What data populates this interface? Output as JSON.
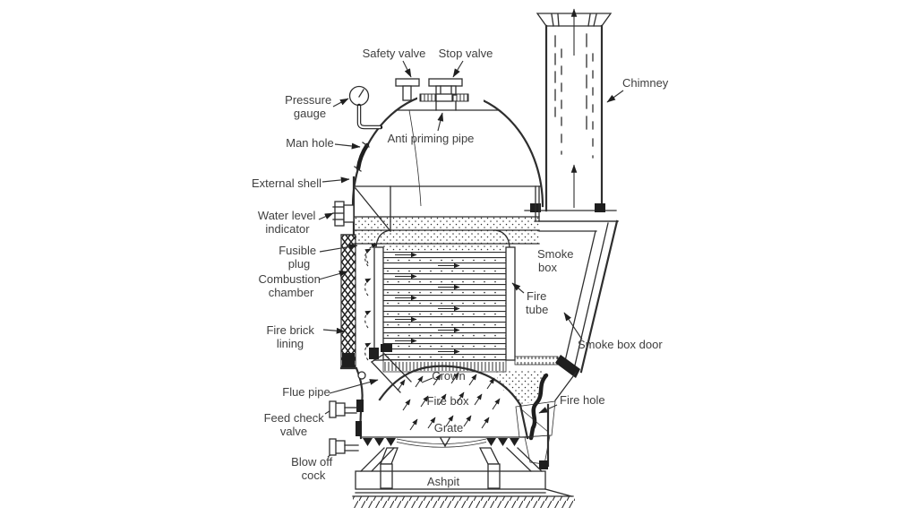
{
  "figure": {
    "kind": "boiler sectional diagram",
    "colors": {
      "background": "#ffffff",
      "line": "#2e2e2e",
      "text": "#3f3f3f"
    },
    "labels": {
      "safety_valve": [
        "Safety valve"
      ],
      "stop_valve": [
        "Stop valve"
      ],
      "pressure_gauge": [
        "Pressure",
        "gauge"
      ],
      "man_hole": [
        "Man hole"
      ],
      "anti_priming_pipe": [
        "Anti priming pipe"
      ],
      "chimney": [
        "Chimney"
      ],
      "external_shell": [
        "External shell"
      ],
      "water_level_indicator": [
        "Water level",
        "indicator"
      ],
      "fusible_plug": [
        "Fusible",
        "plug"
      ],
      "combustion_chamber": [
        "Combustion",
        "chamber"
      ],
      "fire_brick_lining": [
        "Fire brick",
        "lining"
      ],
      "smoke_box": [
        "Smoke",
        "box"
      ],
      "fire_tube": [
        "Fire",
        "tube"
      ],
      "smoke_box_door": [
        "Smoke box door"
      ],
      "flue_pipe": [
        "Flue pipe"
      ],
      "fire_hole": [
        "Fire hole"
      ],
      "feed_check_valve": [
        "Feed check",
        "valve"
      ],
      "blow_off_cock": [
        "Blow off",
        "cock"
      ],
      "crown": [
        "Crown"
      ],
      "fire_box": [
        "Fire box"
      ],
      "grate": [
        "Grate"
      ],
      "ashpit": [
        "Ashpit"
      ]
    }
  }
}
